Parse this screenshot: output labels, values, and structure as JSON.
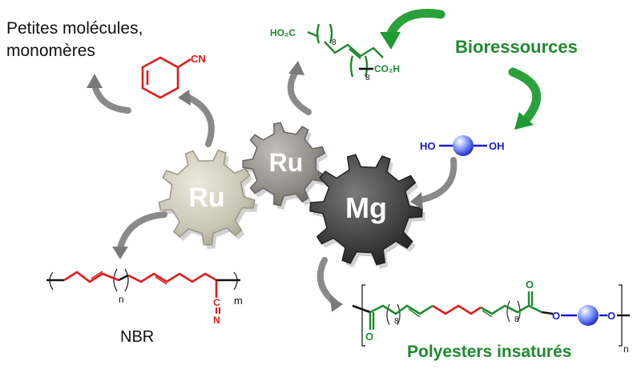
{
  "labels": {
    "small_molecules_line1": "Petites molécules,",
    "small_molecules_line2": "monomères",
    "bioresources": "Bioressources",
    "nbr": "NBR",
    "polyesters": "Polyesters insaturés"
  },
  "gears": {
    "ru_left": "Ru",
    "ru_right": "Ru",
    "mg": "Mg"
  },
  "chem": {
    "cn": "CN",
    "diacid_left": "HO₂C",
    "diacid_right": "CO₂H",
    "repeat_8": "8",
    "diol_ho": "HO",
    "diol_oh": "OH",
    "nbr_n": "n",
    "nbr_m": "m",
    "nbr_c": "C",
    "nbr_N": "N",
    "poly_o_ester": "O",
    "poly_o_link1": "O",
    "poly_o_link2": "O",
    "poly_o_carbonyl": "O",
    "poly_n": "n"
  },
  "colors": {
    "red": "#e01b1b",
    "green": "#1f8a2f",
    "blue": "#1a1ad0",
    "gear_light": "#c9c6b4",
    "gear_mid": "#8f8c86",
    "gear_dark": "#3c3c3c"
  }
}
